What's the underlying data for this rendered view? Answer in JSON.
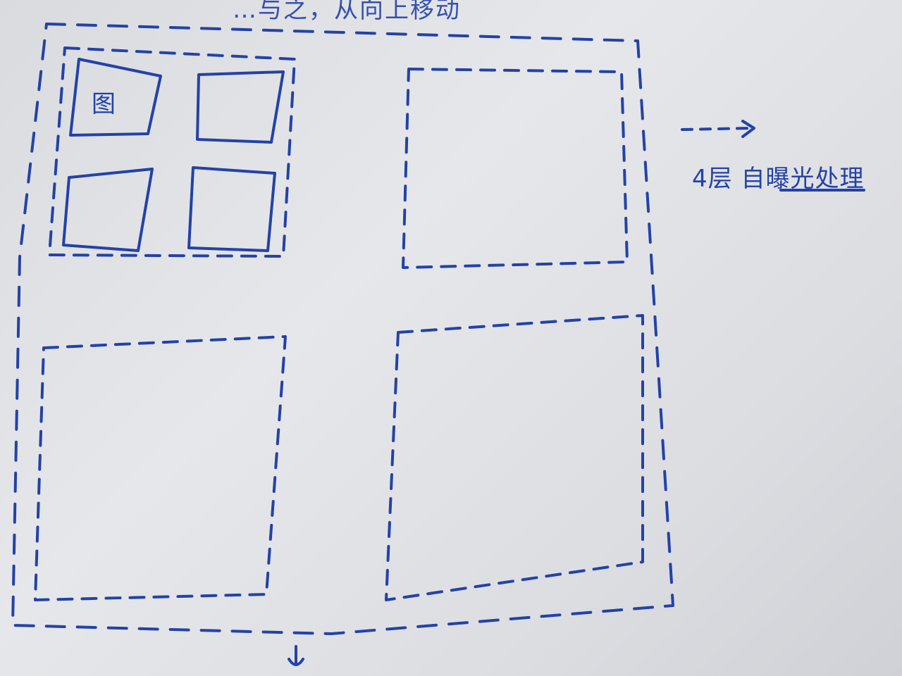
{
  "labels": {
    "top_note": "…与之，从向上移动",
    "thumbnail_char": "图",
    "annotation": "4层 自曝光处理"
  },
  "colors": {
    "ink": "#2342a8",
    "paper": "#e2e3e6"
  },
  "structure": {
    "outer_container": "dashed",
    "inner_groups": 4,
    "first_group_children": 4,
    "first_group_child_style": "solid",
    "arrow": "dashed-right"
  }
}
